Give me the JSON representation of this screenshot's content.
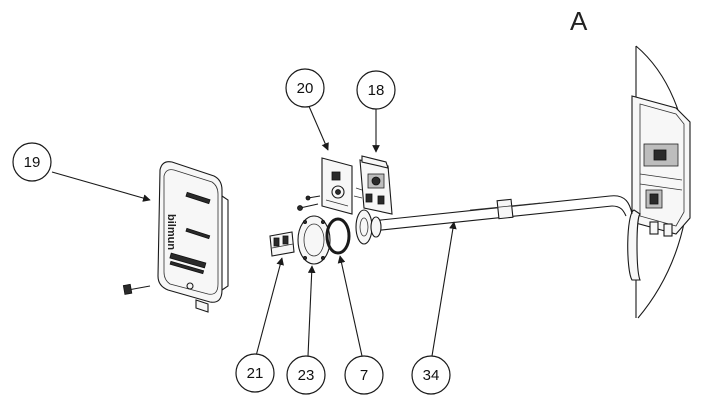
{
  "panel_label": "A",
  "callouts": [
    {
      "id": "c19",
      "label": "19"
    },
    {
      "id": "c20",
      "label": "20"
    },
    {
      "id": "c18",
      "label": "18"
    },
    {
      "id": "c21",
      "label": "21"
    },
    {
      "id": "c23",
      "label": "23"
    },
    {
      "id": "c7",
      "label": "7"
    },
    {
      "id": "c34",
      "label": "34"
    }
  ],
  "cover_brand": "bilmun",
  "colors": {
    "line": "#1a1a1a",
    "background": "#ffffff",
    "part_fill": "#f7f7f7"
  }
}
